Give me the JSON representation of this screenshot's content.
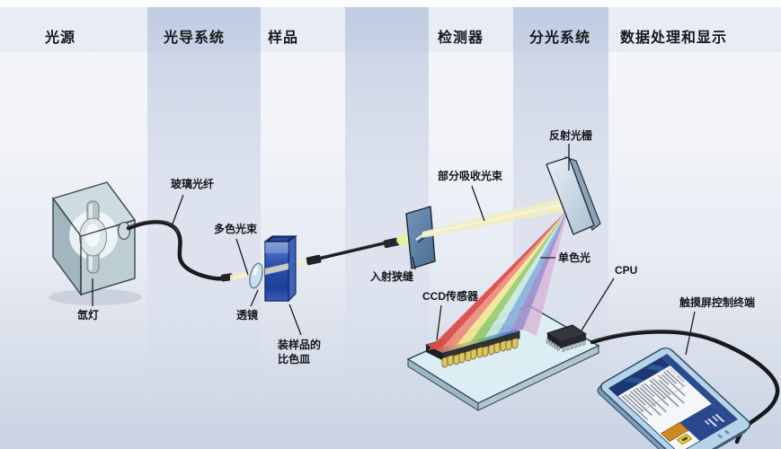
{
  "header": {
    "sections": [
      {
        "label": "光源"
      },
      {
        "label": "光导系统"
      },
      {
        "label": "样品"
      },
      {
        "label": "检测器"
      },
      {
        "label": "分光系统"
      },
      {
        "label": "数据处理和显示"
      }
    ]
  },
  "annotations": {
    "glass_fiber": "玻璃光纤",
    "polychromatic_beam": "多色光束",
    "lens": "透镜",
    "xenon_lamp": "氙灯",
    "sample_cuvette_line1": "装样品的",
    "sample_cuvette_line2": "比色皿",
    "entrance_slit": "入射狭缝",
    "partially_absorbed_beam": "部分吸收光束",
    "reflective_grating": "反射光栅",
    "monochromatic_light": "单色光",
    "ccd_sensor": "CCD传感器",
    "cpu": "CPU",
    "touchscreen_terminal": "触摸屏控制终端"
  },
  "colors": {
    "band_tint": "#b7c3dc",
    "background_bottom": "#c8d2e2",
    "beam_yellow": "#efecc1",
    "cuvette_blue": "#2b50af",
    "slit_plate": "#5d82aa",
    "board_teal": "#dcedf3",
    "rainbow": [
      "#dd4a47",
      "#ee8d7e",
      "#f4e995",
      "#9bce72",
      "#cdeae2",
      "#88b3df",
      "#9c90cb",
      "#d9abd4"
    ],
    "tablet_body": "#b7d3e8",
    "screen_navy": "#1b3874",
    "orange_button": "#cd8a20",
    "yellow_button": "#e7cd2b"
  }
}
